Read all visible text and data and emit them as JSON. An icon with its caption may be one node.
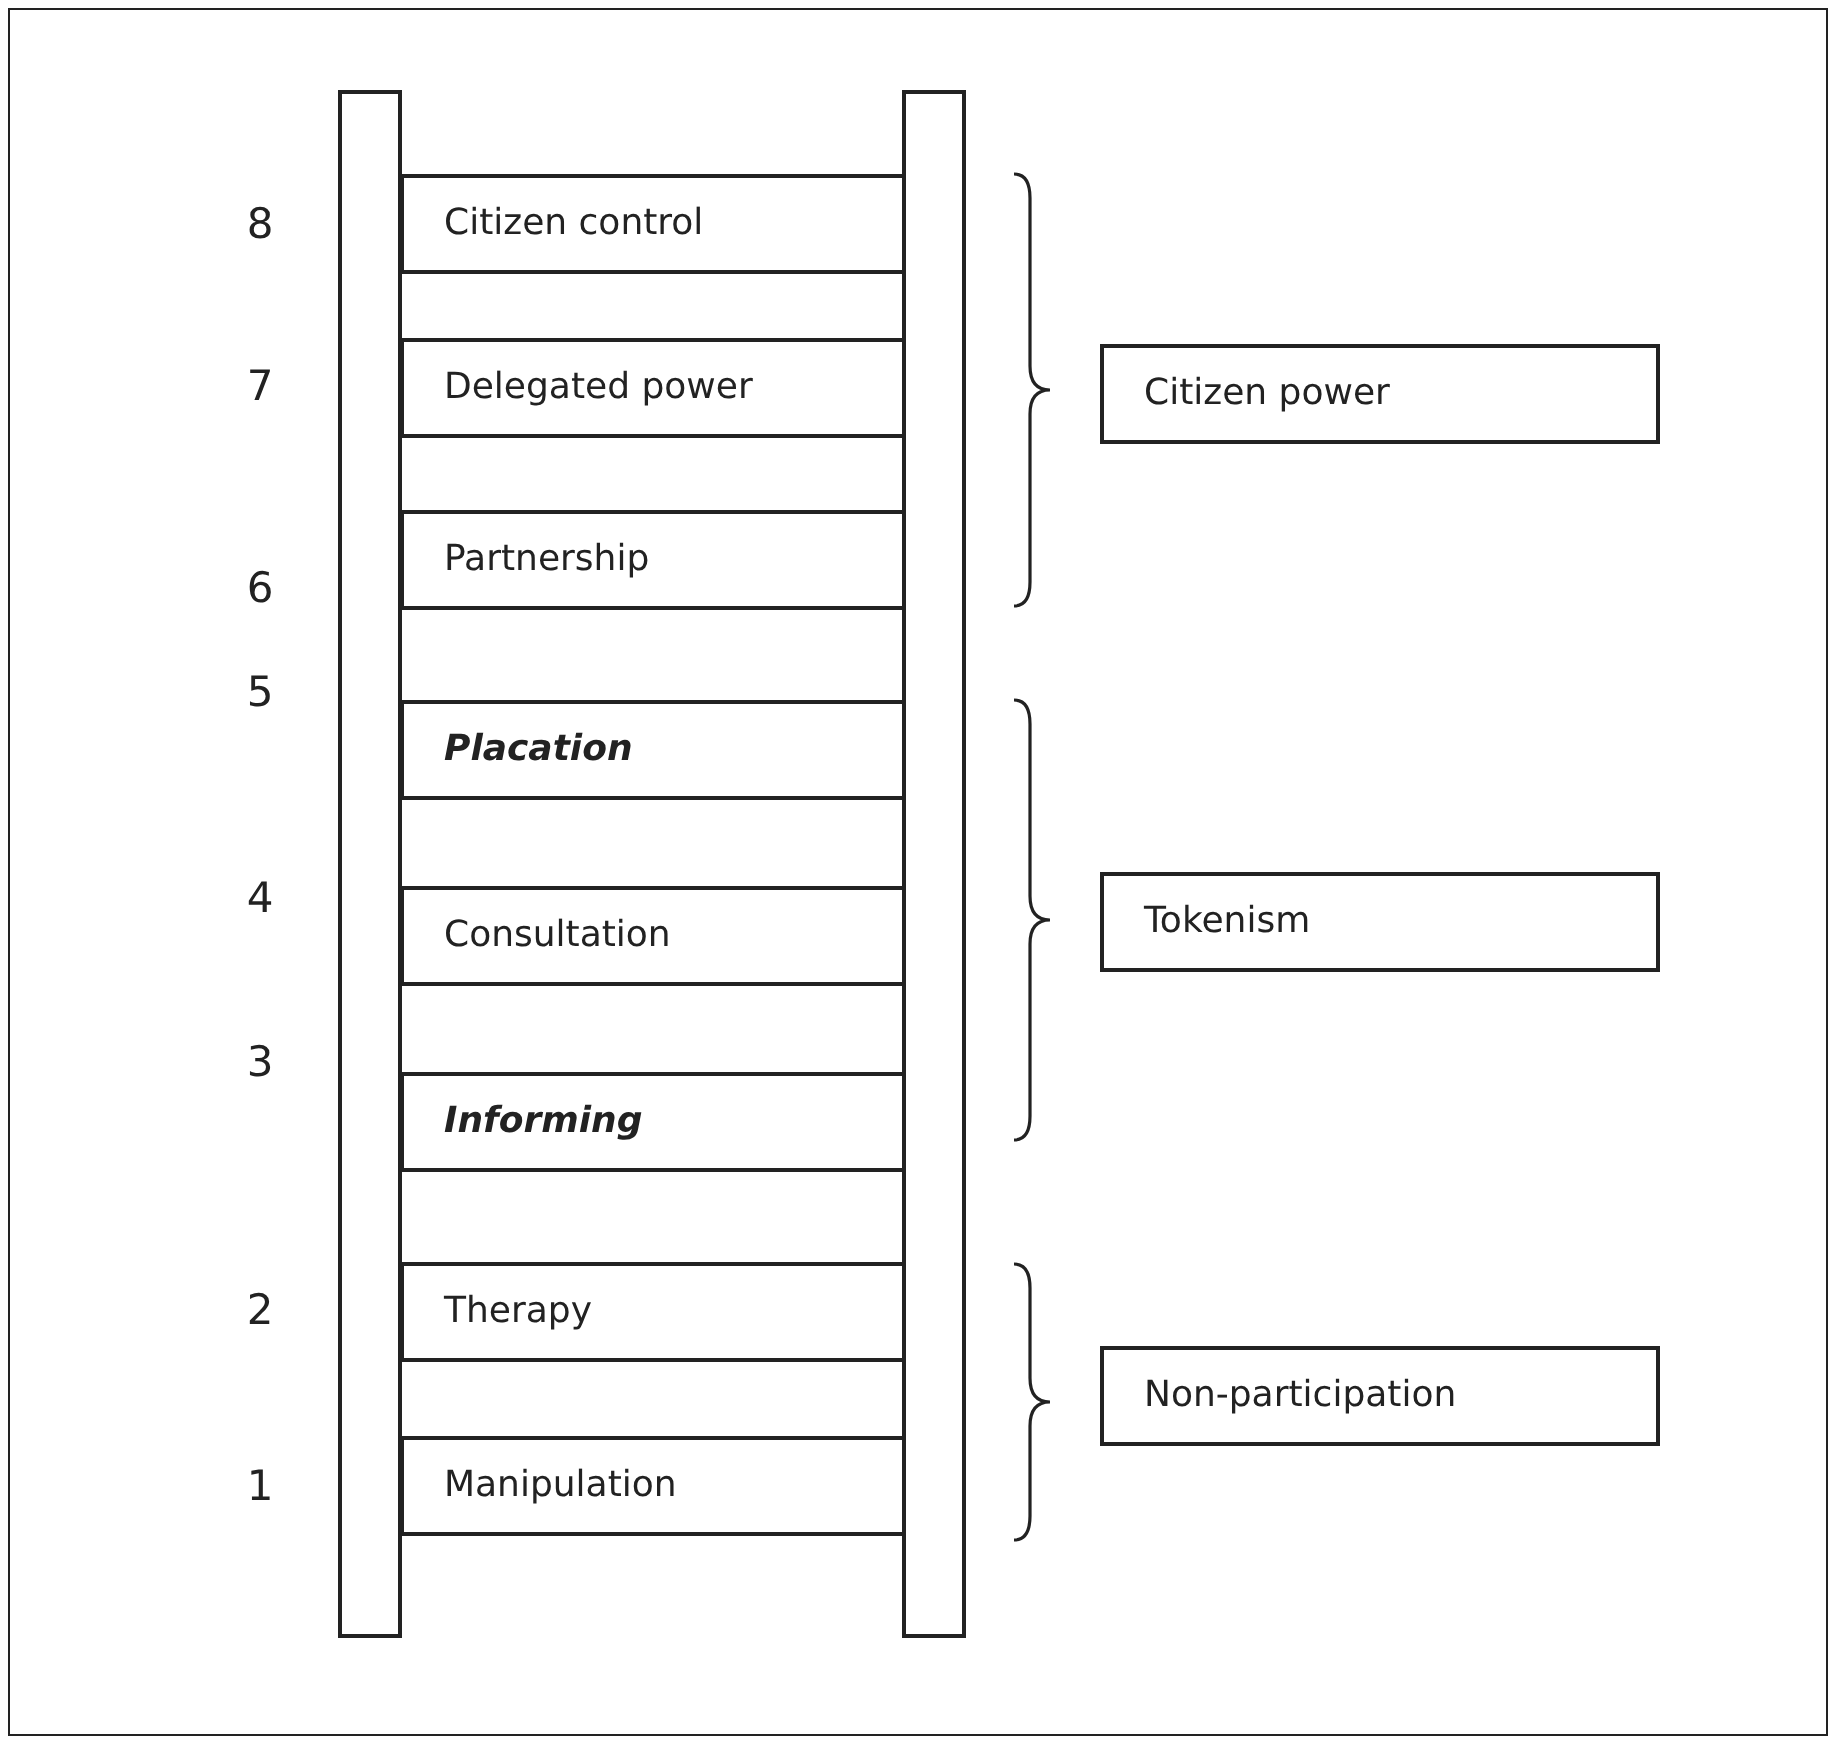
{
  "diagram": {
    "nodes": [
      {
        "text": [
          "Citizen control"
        ]
      },
      {
        "text": [
          "Delegated power"
        ]
      },
      {
        "text": [
          "Partnership"
        ]
      },
      {
        "text": [
          "Placation"
        ]
      },
      {
        "text": [
          "Consultation"
        ]
      },
      {
        "text": [
          "Informing"
        ]
      },
      {
        "text": [
          "Therapy"
        ]
      },
      {
        "text": [
          "Manipulation"
        ]
      },
      {
        "text": [
          "Citizen power"
        ]
      },
      {
        "text": [
          "Tokenism"
        ]
      },
      {
        "text": [
          "Non-participation"
        ]
      },
      {
        "text": [],
        "shape": "bar"
      },
      {
        "text": [],
        "shape": "bar"
      }
    ],
    "labels": [
      "8",
      "7",
      "6",
      "5",
      "4",
      "3",
      "2",
      "1"
    ]
  }
}
